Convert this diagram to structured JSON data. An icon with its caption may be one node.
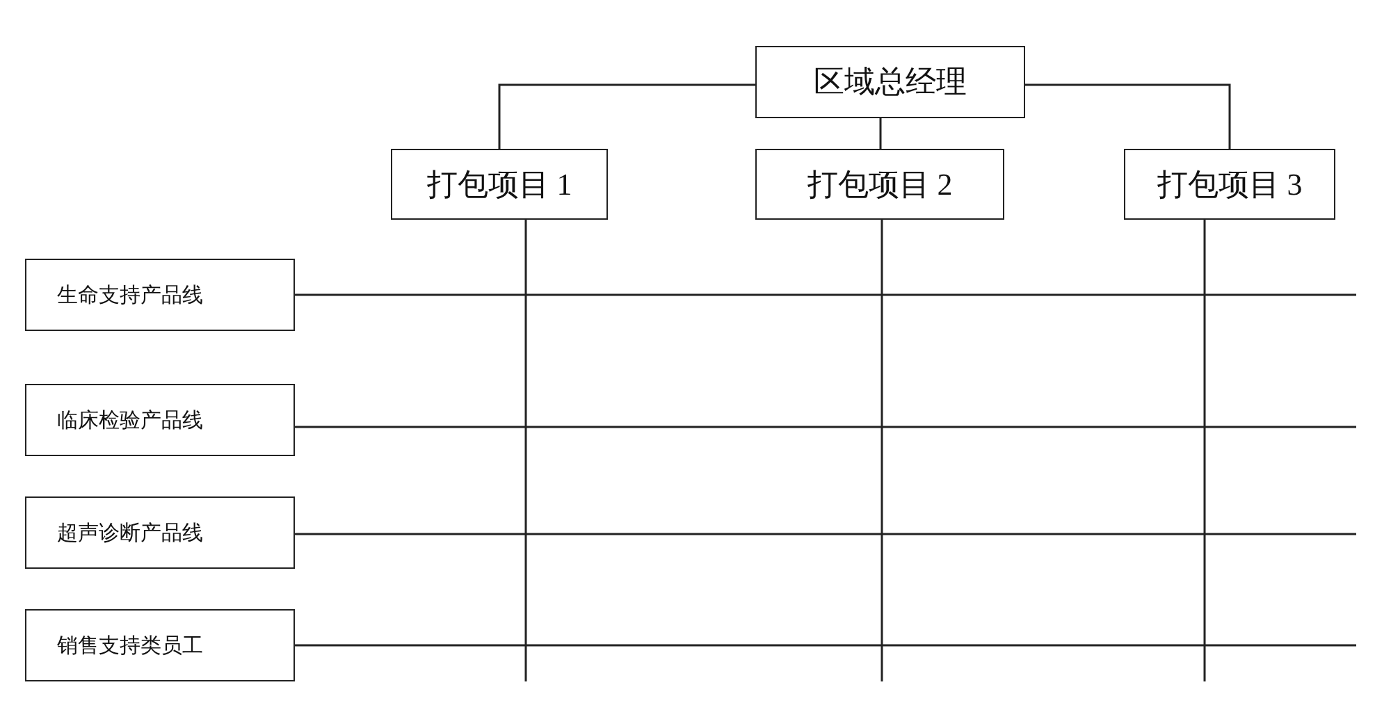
{
  "diagram": {
    "nodes": [
      {
        "text": [
          "区域总经理"
        ]
      },
      {
        "text": [
          "打包项目 1"
        ]
      },
      {
        "text": [
          "打包项目 2"
        ]
      },
      {
        "text": [
          "打包项目 3"
        ]
      },
      {
        "text": [
          "生命支持产品线"
        ]
      },
      {
        "text": [
          "临床检验产品线"
        ]
      },
      {
        "text": [
          "超声诊断产品线"
        ]
      },
      {
        "text": [
          "销售支持类员工"
        ]
      }
    ],
    "edges": [
      {
        "from": 0,
        "to": 1,
        "arrow": "none"
      },
      {
        "from": 0,
        "to": 2,
        "arrow": "none"
      },
      {
        "from": 0,
        "to": 3,
        "arrow": "none"
      },
      {
        "from": 1,
        "to": null,
        "arrow": "none"
      },
      {
        "from": 2,
        "to": null,
        "arrow": "none"
      },
      {
        "from": 3,
        "to": null,
        "arrow": "none"
      },
      {
        "from": 4,
        "to": null,
        "arrow": "none"
      },
      {
        "from": 5,
        "to": null,
        "arrow": "none"
      },
      {
        "from": 6,
        "to": null,
        "arrow": "none"
      },
      {
        "from": 7,
        "to": null,
        "arrow": "none"
      }
    ]
  }
}
